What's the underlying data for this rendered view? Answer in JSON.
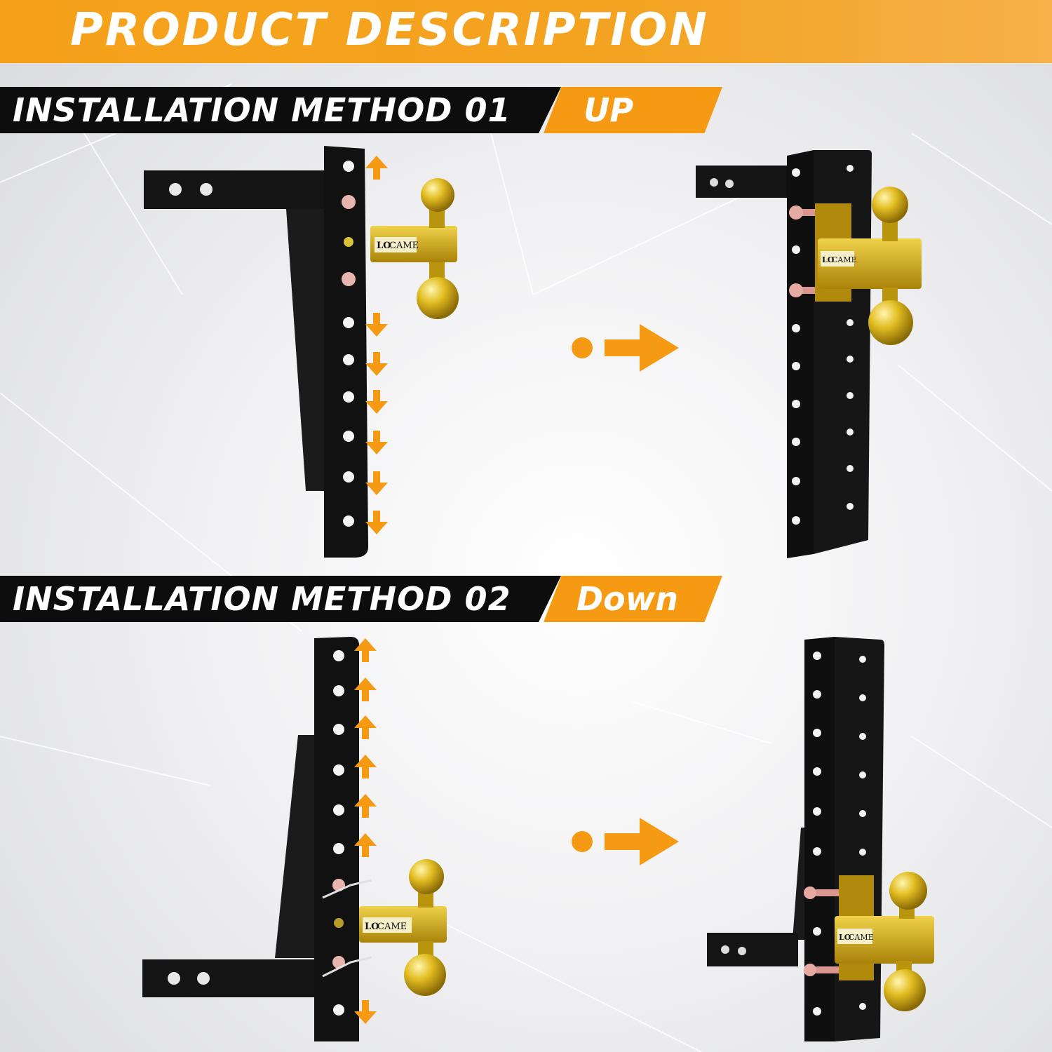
{
  "header": {
    "title": "PRODUCT   DESCRIPTION"
  },
  "methods": [
    {
      "label": "INSTALLATION METHOD   01",
      "direction": "UP"
    },
    {
      "label": "INSTALLATION METHOD   02",
      "direction": "Down"
    }
  ],
  "brand": {
    "part1": "LO",
    "part2": "CAME"
  },
  "colors": {
    "accent": "#f59a12",
    "steel": "#151515",
    "gold": "#d9b21a",
    "pin": "#e6b0a8"
  }
}
